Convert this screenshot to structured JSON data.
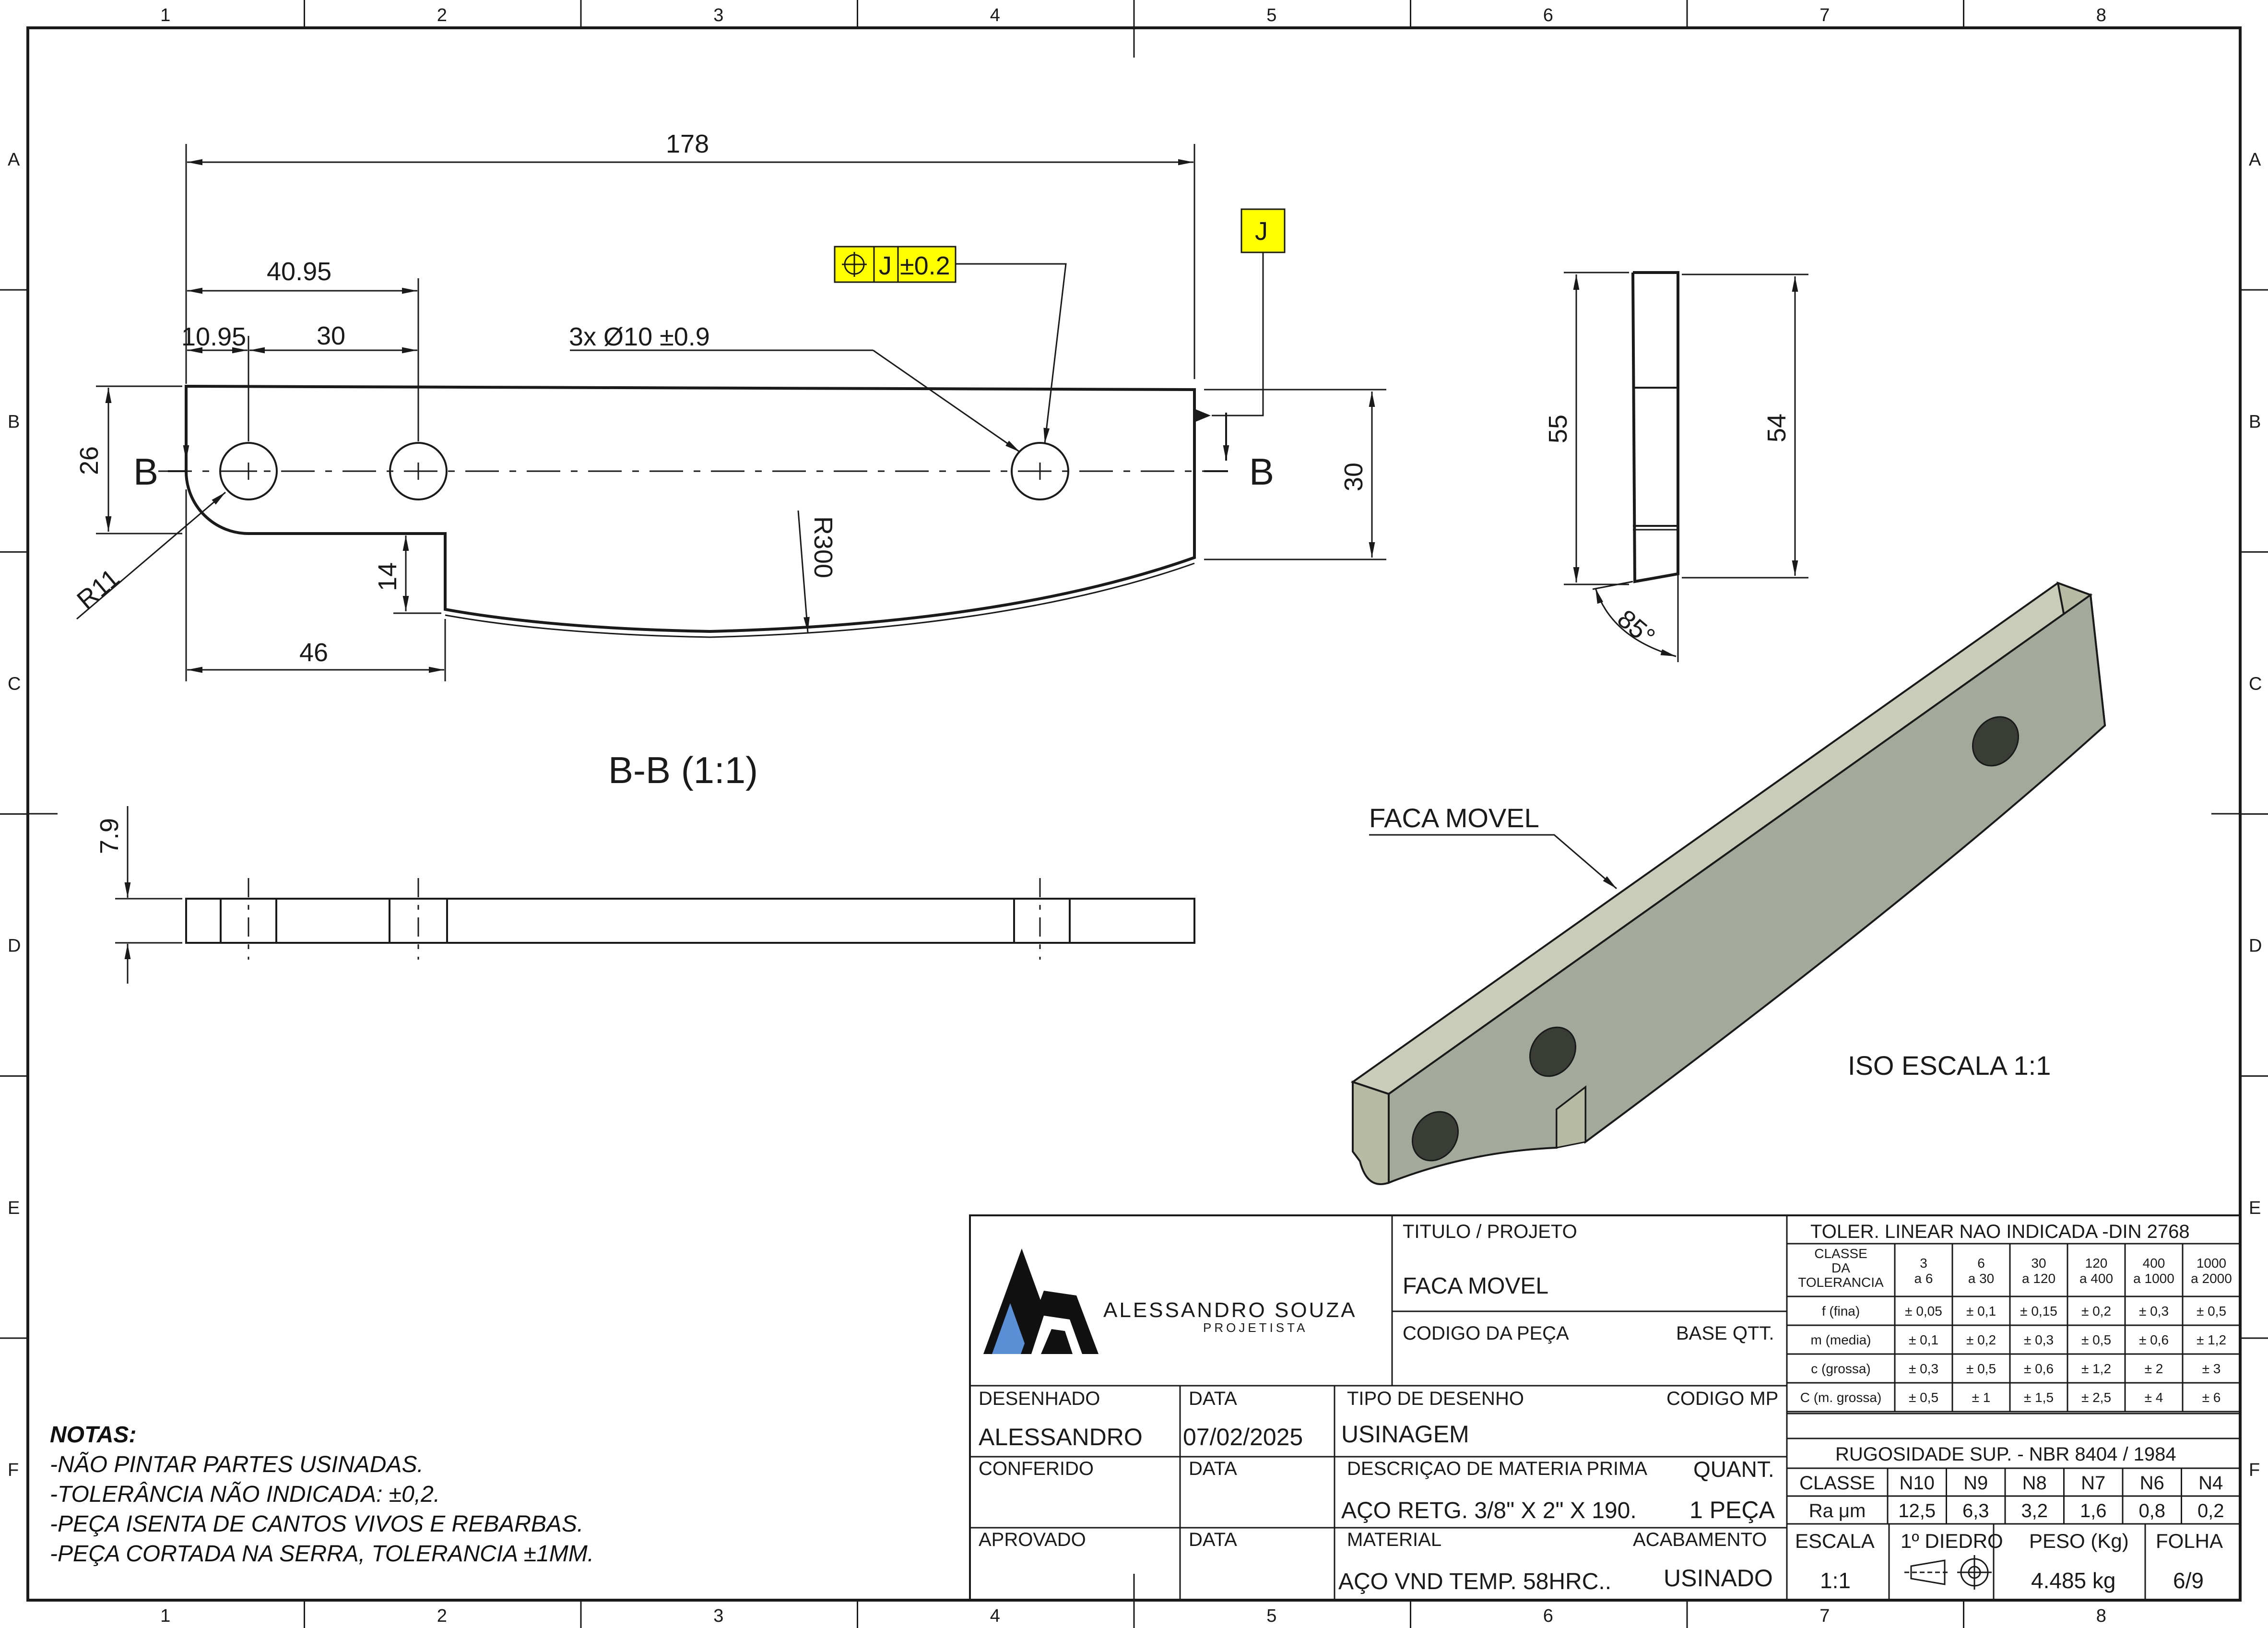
{
  "border": {
    "columns": [
      "1",
      "2",
      "3",
      "4",
      "5",
      "6",
      "7",
      "8"
    ],
    "rows": [
      "A",
      "B",
      "C",
      "D",
      "E",
      "F"
    ]
  },
  "dimensions": {
    "length": "178",
    "d1": "40.95",
    "d2": "10.95",
    "d3": "30",
    "holes": "3x Ø10 ±0.9",
    "height_left": "26",
    "radius_corner": "R11",
    "notch_h": "14",
    "notch_w": "46",
    "radius_arc": "R300",
    "height_right": "30",
    "thickness": "7.9",
    "side_h1": "55",
    "side_h2": "54",
    "angle": "85°"
  },
  "gdt": {
    "symbol": "⌖",
    "datum": "J",
    "tol": "±0.2",
    "datum_label": "J"
  },
  "section": {
    "label_left": "B",
    "label_right": "B",
    "view_title": "B-B (1:1)"
  },
  "iso": {
    "part_label": "FACA MOVEL",
    "scale_label": "ISO ESCALA 1:1",
    "colors": {
      "face": "#a3aa9c",
      "top": "#c9ccb8",
      "side": "#b8bba4",
      "hole": "#3a3d36"
    }
  },
  "notes": {
    "title": "NOTAS:",
    "lines": [
      "-NÃO PINTAR PARTES USINADAS.",
      "-TOLERÂNCIA NÃO INDICADA: ±0,2.",
      "-PEÇA ISENTA DE CANTOS VIVOS E REBARBAS.",
      "-PEÇA CORTADA NA SERRA, TOLERANCIA ±1MM."
    ]
  },
  "title_block": {
    "logo_name": "ALESSANDRO SOUZA",
    "logo_sub": "PROJETISTA",
    "titulo_label": "TITULO / PROJETO",
    "titulo_value": "FACA MOVEL",
    "codigo_label": "CODIGO DA PEÇA",
    "base_label": "BASE QTT.",
    "desenhado_label": "DESENHADO",
    "desenhado_value": "ALESSANDRO",
    "data_label": "DATA",
    "data_value": "07/02/2025",
    "tipo_label": "TIPO DE DESENHO",
    "tipo_value": "USINAGEM",
    "codigo_mp_label": "CODIGO MP",
    "conferido_label": "CONFERIDO",
    "data2_label": "DATA",
    "desc_label": "DESCRIÇAO DE MATERIA PRIMA",
    "quant_label": "QUANT.",
    "desc_value": "AÇO RETG. 3/8\" X 2\" X 190.",
    "quant_value": "1 PEÇA",
    "aprovado_label": "APROVADO",
    "data3_label": "DATA",
    "material_label": "MATERIAL",
    "acabamento_label": "ACABAMENTO",
    "material_value": "AÇO VND TEMP. 58HRC..",
    "acabamento_value": "USINADO",
    "logo_colors": {
      "black": "#111111",
      "blue": "#5a8fd6"
    }
  },
  "tolerance_table": {
    "title": "TOLER. LINEAR NAO INDICADA -DIN 2768",
    "header_class": [
      "CLASSE",
      "DA",
      "TOLERANCIA"
    ],
    "ranges": [
      [
        "3",
        "a 6"
      ],
      [
        "6",
        "a 30"
      ],
      [
        "30",
        "a 120"
      ],
      [
        "120",
        "a 400"
      ],
      [
        "400",
        "a 1000"
      ],
      [
        "1000",
        "a 2000"
      ]
    ],
    "rows": [
      {
        "name": "f (fina)",
        "values": [
          "± 0,05",
          "± 0,1",
          "± 0,15",
          "± 0,2",
          "± 0,3",
          "± 0,5"
        ]
      },
      {
        "name": "m (media)",
        "values": [
          "± 0,1",
          "± 0,2",
          "± 0,3",
          "± 0,5",
          "± 0,6",
          "± 1,2"
        ]
      },
      {
        "name": "c (grossa)",
        "values": [
          "± 0,3",
          "± 0,5",
          "± 0,6",
          "± 1,2",
          "± 2",
          "± 3"
        ]
      },
      {
        "name": "C (m. grossa)",
        "values": [
          "± 0,5",
          "± 1",
          "± 1,5",
          "± 2,5",
          "± 4",
          "± 6"
        ]
      }
    ]
  },
  "roughness": {
    "title": "RUGOSIDADE SUP. - NBR 8404 / 1984",
    "class_label": "CLASSE",
    "classes": [
      "N10",
      "N9",
      "N8",
      "N7",
      "N6",
      "N4"
    ],
    "ra_label": "Ra μm",
    "ra_values": [
      "12,5",
      "6,3",
      "3,2",
      "1,6",
      "0,8",
      "0,2"
    ]
  },
  "footer": {
    "escala_label": "ESCALA",
    "escala_value": "1:1",
    "diedro_label": "1º DIEDRO",
    "peso_label": "PESO (Kg)",
    "peso_value": "4.485 kg",
    "folha_label": "FOLHA",
    "folha_value": "6/9"
  },
  "colors": {
    "line": "#1a1a1a",
    "gdt_fill": "#ffff00"
  }
}
